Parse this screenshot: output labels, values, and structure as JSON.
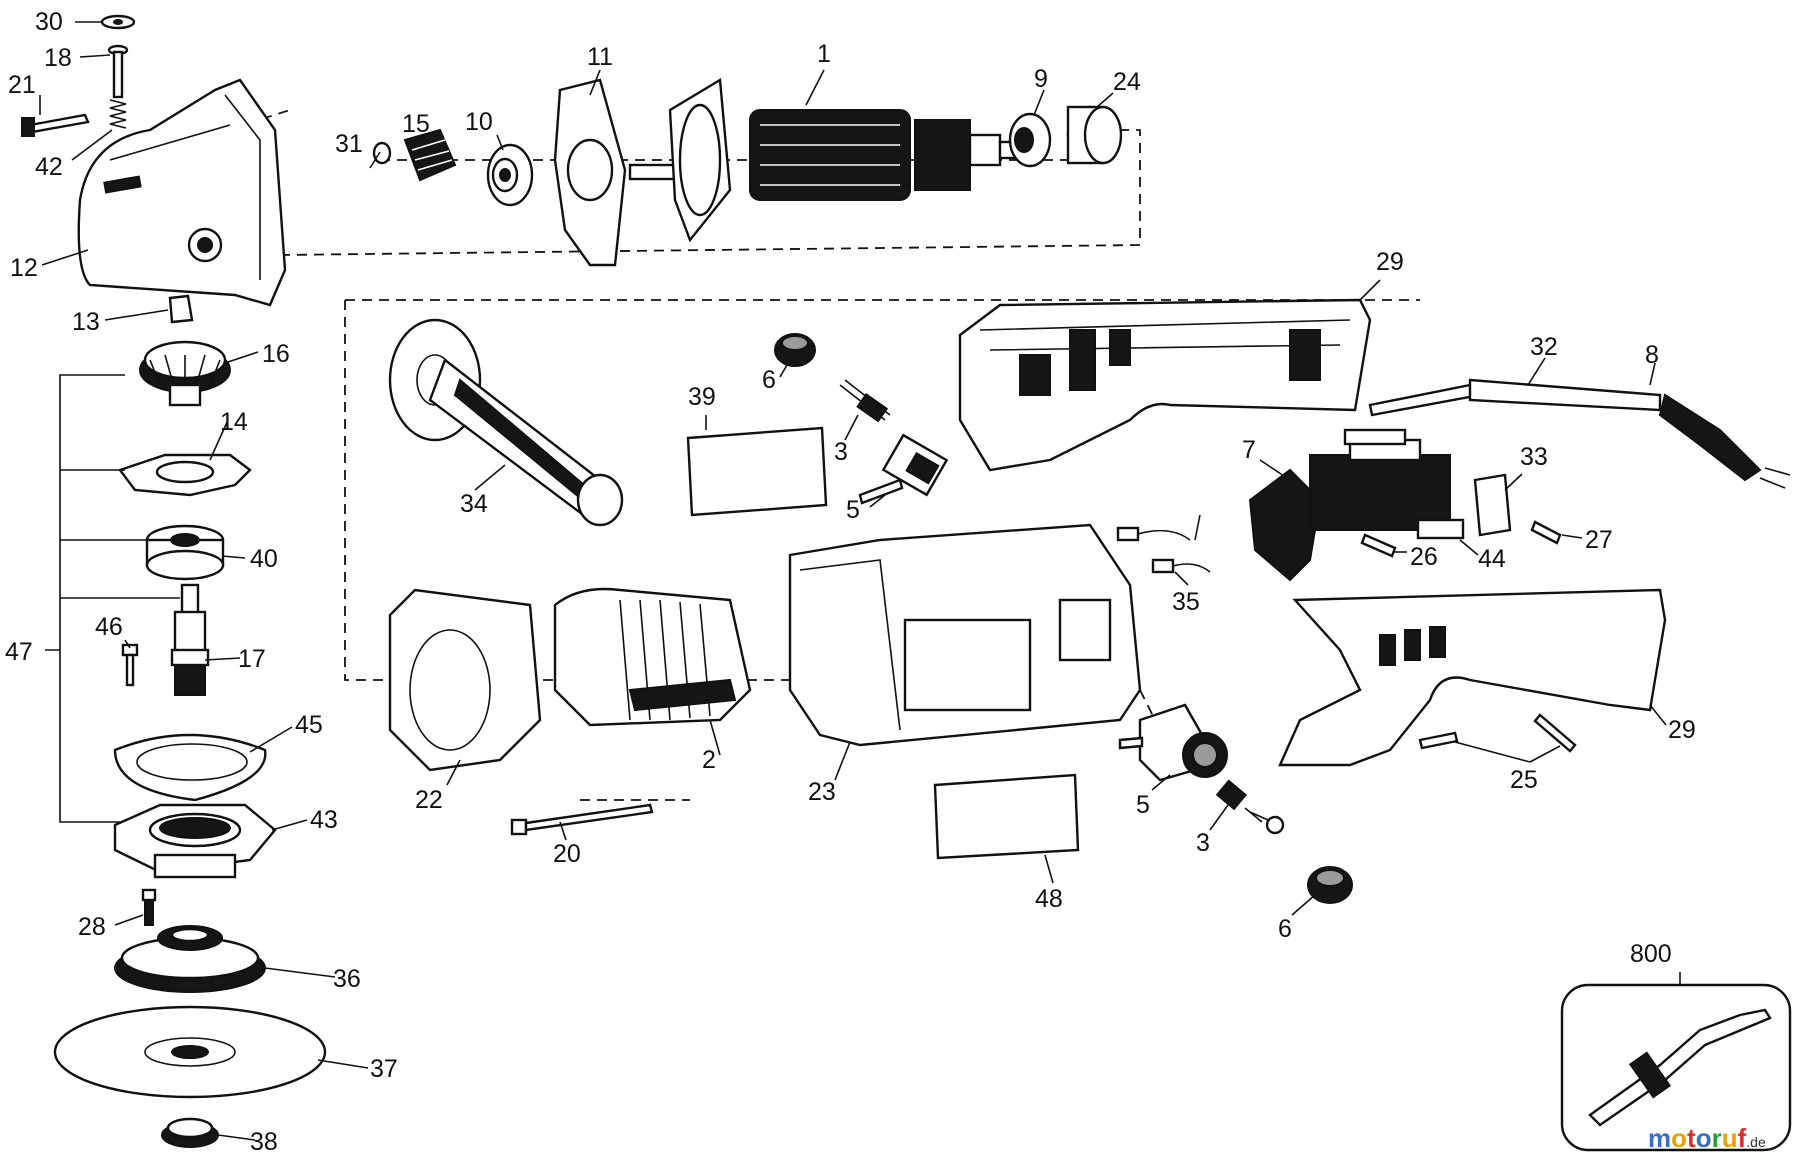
{
  "labels": {
    "p1": "1",
    "p2": "2",
    "p3a": "3",
    "p3b": "3",
    "p5a": "5",
    "p5b": "5",
    "p6a": "6",
    "p6b": "6",
    "p7": "7",
    "p8": "8",
    "p9": "9",
    "p10": "10",
    "p11": "11",
    "p12": "12",
    "p13": "13",
    "p14": "14",
    "p15": "15",
    "p16": "16",
    "p17": "17",
    "p18": "18",
    "p20": "20",
    "p21": "21",
    "p22": "22",
    "p23": "23",
    "p24": "24",
    "p25": "25",
    "p26": "26",
    "p27": "27",
    "p28": "28",
    "p29a": "29",
    "p29b": "29",
    "p30": "30",
    "p31": "31",
    "p32": "32",
    "p33": "33",
    "p34": "34",
    "p35": "35",
    "p36": "36",
    "p37": "37",
    "p38": "38",
    "p39": "39",
    "p40": "40",
    "p42": "42",
    "p43": "43",
    "p44": "44",
    "p45": "45",
    "p46": "46",
    "p47": "47",
    "p48": "48",
    "p800": "800"
  },
  "watermark": {
    "m": "m",
    "o1": "o",
    "t": "t",
    "o2": "o",
    "r": "r",
    "u": "u",
    "f": "f",
    "tld": ".de"
  },
  "watermark_colors": [
    "#3b6fc4",
    "#e8a20c",
    "#d6322b",
    "#3b6fc4",
    "#2f9a3c",
    "#e8a20c",
    "#d6322b"
  ]
}
